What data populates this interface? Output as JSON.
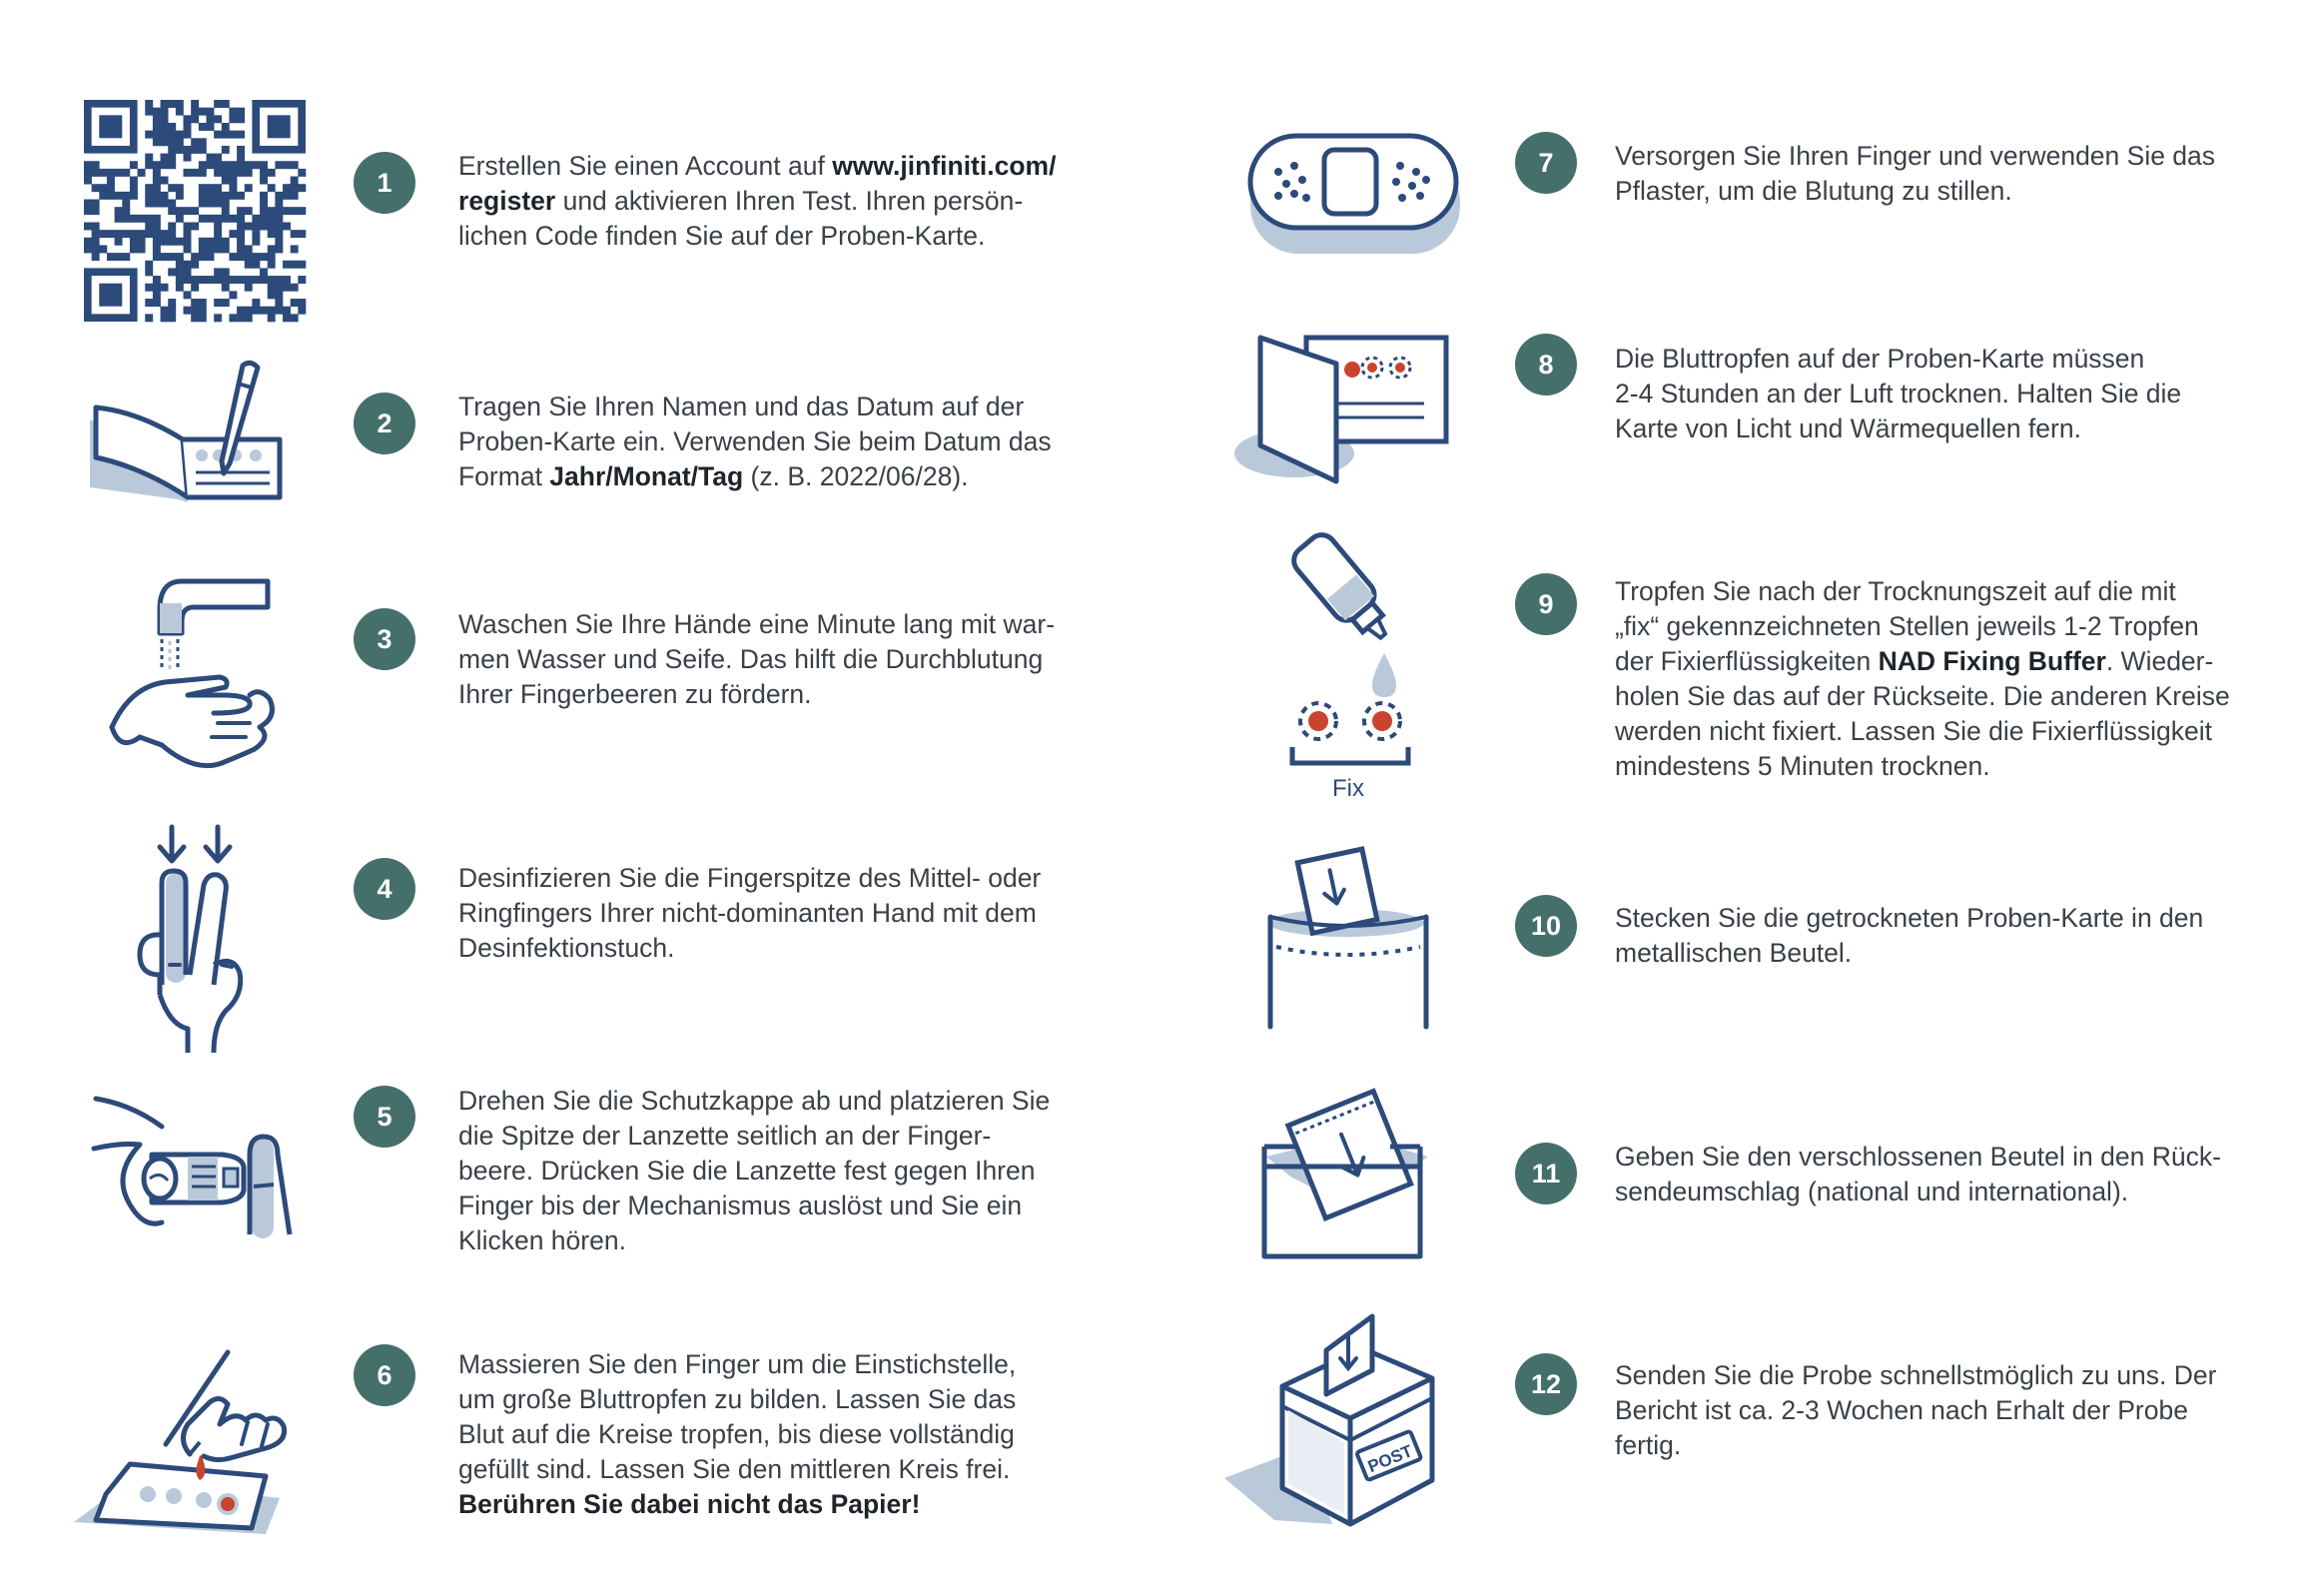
{
  "colors": {
    "navy": "#2c4a7a",
    "light_blue": "#b9c9da",
    "badge": "#456f6b",
    "red": "#c8442f"
  },
  "steps": [
    {
      "number": "1",
      "icon": "qr-code-icon",
      "lines": [
        [
          "Erstellen Sie einen Account auf ",
          "@www.jinfiniti.com/"
        ],
        [
          "@register",
          " und aktivieren Ihren Test. Ihren persön-"
        ],
        [
          "lichen Code finden Sie auf der Proben-Karte."
        ]
      ]
    },
    {
      "number": "2",
      "icon": "card-writing-icon",
      "lines": [
        [
          "Tragen Sie Ihren Namen und das Datum auf der"
        ],
        [
          "Proben-Karte ein. Verwenden Sie beim Datum das"
        ],
        [
          "Format ",
          "@Jahr/Monat/Tag",
          " (z. B. 2022/06/28)."
        ]
      ]
    },
    {
      "number": "3",
      "icon": "hand-washing-icon",
      "lines": [
        [
          "Waschen Sie Ihre Hände eine Minute lang mit war-"
        ],
        [
          "men Wasser und Seife. Das hilft die Durchblutung"
        ],
        [
          "Ihrer Fingerbeeren zu fördern."
        ]
      ]
    },
    {
      "number": "4",
      "icon": "fingers-disinfect-icon",
      "lines": [
        [
          "Desinfizieren Sie die Fingerspitze des Mittel- oder"
        ],
        [
          "Ringfingers Ihrer nicht-dominanten Hand mit dem"
        ],
        [
          "Desinfektionstuch."
        ]
      ]
    },
    {
      "number": "5",
      "icon": "lancet-icon",
      "lines": [
        [
          "Drehen Sie die Schutzkappe ab und platzieren Sie"
        ],
        [
          "die Spitze der Lanzette seitlich an der Finger-"
        ],
        [
          "beere. Drücken Sie die Lanzette fest gegen Ihren"
        ],
        [
          "Finger bis der Mechanismus auslöst und Sie ein"
        ],
        [
          "Klicken hören."
        ]
      ]
    },
    {
      "number": "6",
      "icon": "blood-drop-card-icon",
      "lines": [
        [
          "Massieren Sie den Finger um die Einstichstelle,"
        ],
        [
          "um große Bluttropfen zu bilden. Lassen Sie das"
        ],
        [
          "Blut auf die Kreise tropfen, bis diese vollständig"
        ],
        [
          "gefüllt sind. Lassen Sie den mittleren Kreis frei."
        ],
        [
          "@Berühren Sie dabei nicht das Papier!"
        ]
      ]
    },
    {
      "number": "7",
      "icon": "plaster-icon",
      "lines": [
        [
          "Versorgen Sie Ihren Finger und verwenden Sie das"
        ],
        [
          "Pflaster, um die Blutung zu stillen."
        ]
      ]
    },
    {
      "number": "8",
      "icon": "drying-card-icon",
      "lines": [
        [
          "Die Bluttropfen auf der Proben-Karte müssen"
        ],
        [
          "2-4 Stunden an der Luft trocknen. Halten Sie die"
        ],
        [
          "Karte von Licht und Wärmequellen fern."
        ]
      ]
    },
    {
      "number": "9",
      "icon": "fixing-bottle-icon",
      "fix_label": "Fix",
      "lines": [
        [
          "Tropfen Sie nach der Trocknungszeit auf die mit"
        ],
        [
          "„fix“ gekennzeichneten Stellen jeweils 1-2 Tropfen"
        ],
        [
          "der Fixierflüssigkeiten ",
          "@NAD Fixing Buffer",
          ". Wieder-"
        ],
        [
          "holen Sie das auf der Rückseite. Die anderen Kreise"
        ],
        [
          "werden nicht fixiert. Lassen Sie die Fixierflüssigkeit"
        ],
        [
          "mindestens 5 Minuten trocknen."
        ]
      ]
    },
    {
      "number": "10",
      "icon": "metal-pouch-icon",
      "lines": [
        [
          "Stecken Sie die getrockneten Proben-Karte in den"
        ],
        [
          "metallischen Beutel."
        ]
      ]
    },
    {
      "number": "11",
      "icon": "return-envelope-icon",
      "lines": [
        [
          "Geben Sie den verschlossenen Beutel in den Rück-"
        ],
        [
          "sendeumschlag (national und international)."
        ]
      ]
    },
    {
      "number": "12",
      "icon": "post-box-icon",
      "post_label": "POST",
      "lines": [
        [
          "Senden Sie die Probe schnellstmöglich zu uns. Der"
        ],
        [
          "Bericht ist ca. 2-3 Wochen nach Erhalt der Probe"
        ],
        [
          "fertig."
        ]
      ]
    }
  ]
}
